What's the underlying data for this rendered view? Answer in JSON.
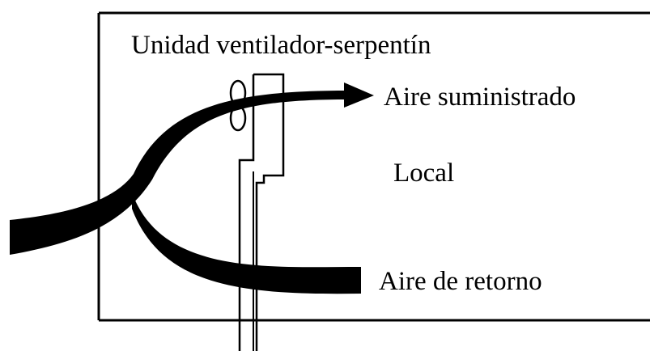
{
  "diagram": {
    "labels": {
      "unit": "Unidad ventilador-serpentín",
      "supply_air": "Aire suministrado",
      "room": "Local",
      "return_air": "Aire de retorno"
    },
    "colors": {
      "ink": "#000000",
      "background": "#ffffff"
    },
    "icons": {
      "fan": "fan-icon",
      "arrow": "arrow-head-icon"
    }
  }
}
